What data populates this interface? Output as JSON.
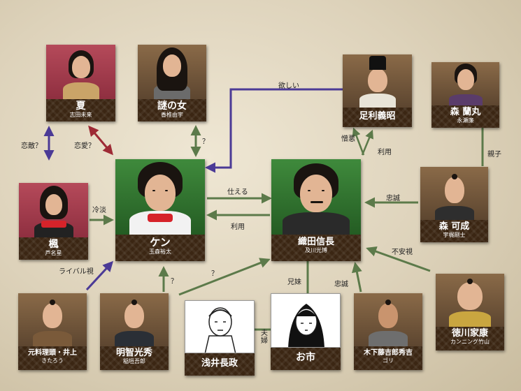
{
  "characters": {
    "natsu": {
      "name": "夏",
      "actor": "志田未来"
    },
    "nazo": {
      "name": "謎の女",
      "actor": "香椎由宇"
    },
    "ken": {
      "name": "ケン",
      "actor": "玉森裕太"
    },
    "kaede": {
      "name": "楓",
      "actor": "芦名星"
    },
    "nobunaga": {
      "name": "織田信長",
      "actor": "及川光博"
    },
    "yoshiaki": {
      "name": "足利義昭",
      "actor": ""
    },
    "ranmaru": {
      "name": "森 蘭丸",
      "actor": "永瀬廉"
    },
    "yoshinari": {
      "name": "森 可成",
      "actor": "宇梶剛士"
    },
    "inoue": {
      "name": "元料理頭・井上",
      "actor": "きたろう"
    },
    "mitsuhide": {
      "name": "明智光秀",
      "actor": "稲垣吾郎"
    },
    "nagamasa": {
      "name": "浅井長政",
      "actor": ""
    },
    "oichi": {
      "name": "お市",
      "actor": ""
    },
    "hideyoshi": {
      "name": "木下藤吉郎秀吉",
      "actor": "ゴリ"
    },
    "ieyasu": {
      "name": "徳川家康",
      "actor": "カンニング竹山"
    }
  },
  "relations": {
    "hoshii": "欲しい",
    "renteki": "恋敵？",
    "renai": "恋愛？",
    "q1": "？",
    "q2": "？",
    "q3": "？",
    "zouo": "憎悪",
    "riyou1": "利用",
    "oyako": "親子",
    "reitan": "冷淡",
    "tsukaeru": "仕える",
    "riyou2": "利用",
    "chusei1": "忠誠",
    "rival": "ライバル視",
    "fuanshi": "不安視",
    "kyoudai": "兄妹",
    "chusei2": "忠誠",
    "fuufu": "夫婦"
  },
  "colors": {
    "purple": "#4b3a96",
    "green": "#5c7a4a",
    "maroon": "#9e2a35"
  }
}
